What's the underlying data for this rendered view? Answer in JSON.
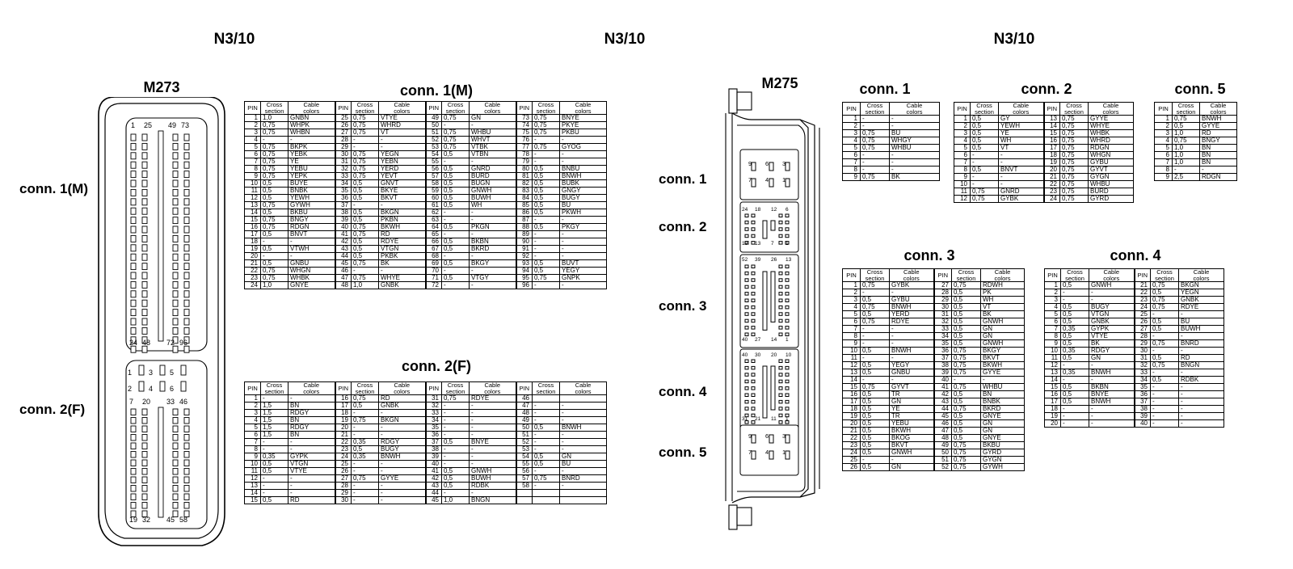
{
  "headers": [
    "N3/10",
    "N3/10",
    "N3/10"
  ],
  "m273": {
    "title": "M273",
    "conn1_label": "conn. 1(M)",
    "conn2_label": "conn. 2(F)",
    "conn1_top_pins": [
      "1",
      "25",
      "49",
      "73"
    ],
    "conn1_bottom_pins": [
      "24",
      "48",
      "72",
      "96"
    ],
    "conn2_small_pins": [
      "1",
      "2",
      "3",
      "4",
      "5",
      "6"
    ],
    "conn2_top_pins": [
      "7",
      "20",
      "33",
      "46"
    ],
    "conn2_bottom_pins": [
      "19",
      "32",
      "45",
      "58"
    ]
  },
  "m275": {
    "title": "M275",
    "labels": [
      "conn. 1",
      "conn. 2",
      "conn. 3",
      "conn. 4",
      "conn. 5"
    ],
    "c1_pins": [
      "9",
      "6",
      "3",
      "7",
      "4",
      "1"
    ],
    "c2_pins": [
      "24",
      "18",
      "12",
      "6",
      "19",
      "13",
      "7",
      "1"
    ],
    "c3_pins": [
      "52",
      "39",
      "26",
      "13",
      "40",
      "27",
      "14",
      "1"
    ],
    "c4_pins": [
      "40",
      "30",
      "20",
      "10",
      "31",
      "21",
      "11",
      "1"
    ],
    "c5_pins": [
      "9",
      "6",
      "3",
      "7",
      "4",
      "1"
    ]
  },
  "col_headers": {
    "pin": "PIN",
    "cross": "Cross section",
    "colors": "Cable colors"
  },
  "tables": {
    "m273_conn1": {
      "title": "conn. 1(M)",
      "rows": [
        [
          "1",
          "1,0",
          "GNBN",
          "25",
          "0,75",
          "VTYE",
          "49",
          "0,75",
          "GN",
          "73",
          "0,75",
          "BNYE"
        ],
        [
          "2",
          "0,75",
          "WHPK",
          "26",
          "0,75",
          "WHRD",
          "50",
          "-",
          "-",
          "74",
          "0,75",
          "PKYE"
        ],
        [
          "3",
          "0,75",
          "WHBN",
          "27",
          "0,75",
          "VT",
          "51",
          "0,75",
          "WHBU",
          "75",
          "0,75",
          "PKBU"
        ],
        [
          "4",
          "-",
          "-",
          "28",
          "-",
          "-",
          "52",
          "0,75",
          "WHVT",
          "76",
          "-",
          "-"
        ],
        [
          "5",
          "0,75",
          "BKPK",
          "29",
          "-",
          "-",
          "53",
          "0,75",
          "VTBK",
          "77",
          "0,75",
          "GYOG"
        ],
        [
          "6",
          "0,75",
          "YEBK",
          "30",
          "0,75",
          "YEGN",
          "54",
          "0,5",
          "VTBN",
          "78",
          "-",
          "-"
        ],
        [
          "7",
          "0,75",
          "YE",
          "31",
          "0,75",
          "YEBN",
          "55",
          "-",
          "-",
          "79",
          "-",
          "-"
        ],
        [
          "8",
          "0,75",
          "YEBU",
          "32",
          "0,75",
          "YERD",
          "56",
          "0,5",
          "GNRD",
          "80",
          "0,5",
          "BNBU"
        ],
        [
          "9",
          "0,75",
          "YEPK",
          "33",
          "0,75",
          "YEVT",
          "57",
          "0,5",
          "BURD",
          "81",
          "0,5",
          "BNWH"
        ],
        [
          "10",
          "0,5",
          "BUYE",
          "34",
          "0,5",
          "GNVT",
          "58",
          "0,5",
          "BUGN",
          "82",
          "0,5",
          "BUBK"
        ],
        [
          "11",
          "0,5",
          "BNBK",
          "35",
          "0,5",
          "BKYE",
          "59",
          "0,5",
          "GNWH",
          "83",
          "0,5",
          "GNGY"
        ],
        [
          "12",
          "0,5",
          "YEWH",
          "36",
          "0,5",
          "BKVT",
          "60",
          "0,5",
          "BUWH",
          "84",
          "0,5",
          "BUGY"
        ],
        [
          "13",
          "0,75",
          "GYWH",
          "37",
          "-",
          "-",
          "61",
          "0,5",
          "WH",
          "85",
          "0,5",
          "BU"
        ],
        [
          "14",
          "0,5",
          "BKBU",
          "38",
          "0,5",
          "BKGN",
          "62",
          "-",
          "-",
          "86",
          "0,5",
          "PKWH"
        ],
        [
          "15",
          "0,75",
          "BNGY",
          "39",
          "0,5",
          "PKBN",
          "63",
          "-",
          "-",
          "87",
          "-",
          "-"
        ],
        [
          "16",
          "0,75",
          "RDGN",
          "40",
          "0,75",
          "BKWH",
          "64",
          "0,5",
          "PKGN",
          "88",
          "0,5",
          "PKGY"
        ],
        [
          "17",
          "0,5",
          "BNVT",
          "41",
          "0,75",
          "RD",
          "65",
          "-",
          "-",
          "89",
          "-",
          "-"
        ],
        [
          "18",
          "-",
          "-",
          "42",
          "0,5",
          "RDYE",
          "66",
          "0,5",
          "BKBN",
          "90",
          "-",
          "-"
        ],
        [
          "19",
          "0,5",
          "VTWH",
          "43",
          "0,5",
          "VTGN",
          "67",
          "0,5",
          "BKRD",
          "91",
          "-",
          "-"
        ],
        [
          "20",
          "-",
          "-",
          "44",
          "0,5",
          "PKBK",
          "68",
          "-",
          "-",
          "92",
          "-",
          "-"
        ],
        [
          "21",
          "0,5",
          "GNBU",
          "45",
          "0,75",
          "BK",
          "69",
          "0,5",
          "BKGY",
          "93",
          "0,5",
          "BUVT"
        ],
        [
          "22",
          "0,75",
          "WHGN",
          "46",
          "-",
          "-",
          "70",
          "-",
          "-",
          "94",
          "0,5",
          "YEGY"
        ],
        [
          "23",
          "0,75",
          "WHBK",
          "47",
          "0,75",
          "WHYE",
          "71",
          "0,5",
          "VTGY",
          "95",
          "0,75",
          "GNPK"
        ],
        [
          "24",
          "1,0",
          "GNYE",
          "48",
          "1,0",
          "GNBK",
          "72",
          "-",
          "-",
          "96",
          "-",
          "-"
        ]
      ]
    },
    "m273_conn2": {
      "title": "conn. 2(F)",
      "rows": [
        [
          "1",
          "-",
          "-",
          "16",
          "0,75",
          "RD",
          "31",
          "0,75",
          "RDYE",
          "46",
          "",
          ""
        ],
        [
          "2",
          "1,5",
          "BN",
          "17",
          "0,5",
          "GNBK",
          "32",
          "-",
          "-",
          "47",
          "-",
          "-"
        ],
        [
          "3",
          "1,5",
          "RDGY",
          "18",
          "-",
          "-",
          "33",
          "-",
          "-",
          "48",
          "-",
          "-"
        ],
        [
          "4",
          "1,5",
          "BN",
          "19",
          "0,75",
          "BKGN",
          "34",
          "-",
          "-",
          "49",
          "-",
          "-"
        ],
        [
          "5",
          "1,5",
          "RDGY",
          "20",
          "-",
          "-",
          "35",
          "-",
          "-",
          "50",
          "0,5",
          "BNWH"
        ],
        [
          "6",
          "1,5",
          "BN",
          "21",
          "-",
          "-",
          "36",
          "-",
          "-",
          "51",
          "-",
          "-"
        ],
        [
          "7",
          "-",
          "-",
          "22",
          "0,35",
          "RDGY",
          "37",
          "0,5",
          "BNYE",
          "52",
          "-",
          "-"
        ],
        [
          "8",
          "-",
          "-",
          "23",
          "0,5",
          "BUGY",
          "38",
          "-",
          "-",
          "53",
          "-",
          "-"
        ],
        [
          "9",
          "0,35",
          "GYPK",
          "24",
          "0,35",
          "BNWH",
          "39",
          "-",
          "-",
          "54",
          "0,5",
          "GN"
        ],
        [
          "10",
          "0,5",
          "VTGN",
          "25",
          "-",
          "-",
          "40",
          "-",
          "-",
          "55",
          "0,5",
          "BU"
        ],
        [
          "11",
          "0,5",
          "VTYE",
          "26",
          "-",
          "-",
          "41",
          "0,5",
          "GNWH",
          "56",
          "-",
          "-"
        ],
        [
          "12",
          "-",
          "-",
          "27",
          "0,75",
          "GYYE",
          "42",
          "0,5",
          "BUWH",
          "57",
          "0,75",
          "BNRD"
        ],
        [
          "13",
          "-",
          "-",
          "28",
          "-",
          "-",
          "43",
          "0,5",
          "RDBK",
          "58",
          "-",
          "-"
        ],
        [
          "14",
          "-",
          "-",
          "29",
          "-",
          "-",
          "44",
          "-",
          "-",
          "",
          "",
          ""
        ],
        [
          "15",
          "0,5",
          "RD",
          "30",
          "-",
          "-",
          "45",
          "1,0",
          "BNGN",
          "",
          "",
          ""
        ]
      ]
    },
    "m275_conn1": {
      "title": "conn. 1",
      "rows": [
        [
          "1",
          "-",
          "-"
        ],
        [
          "2",
          "-",
          "-"
        ],
        [
          "3",
          "0,75",
          "BU"
        ],
        [
          "4",
          "0,75",
          "WHGY"
        ],
        [
          "5",
          "0,75",
          "WHBU"
        ],
        [
          "6",
          "-",
          "-"
        ],
        [
          "7",
          "-",
          "-"
        ],
        [
          "8",
          "-",
          "-"
        ],
        [
          "9",
          "0,75",
          "BK"
        ]
      ]
    },
    "m275_conn2": {
      "title": "conn. 2",
      "rows": [
        [
          "1",
          "0,5",
          "GY",
          "13",
          "0,75",
          "GYYE"
        ],
        [
          "2",
          "0,5",
          "YEWH",
          "14",
          "0,75",
          "WHYE"
        ],
        [
          "3",
          "0,5",
          "YE",
          "15",
          "0,75",
          "WHBK"
        ],
        [
          "4",
          "0,5",
          "WH",
          "16",
          "0,75",
          "WHRD"
        ],
        [
          "5",
          "0,5",
          "VT",
          "17",
          "0,75",
          "RDGN"
        ],
        [
          "6",
          "-",
          "-",
          "18",
          "0,75",
          "WHGN"
        ],
        [
          "7",
          "-",
          "-",
          "19",
          "0,75",
          "GYBU"
        ],
        [
          "8",
          "0,5",
          "BNVT",
          "20",
          "0,75",
          "GYVT"
        ],
        [
          "9",
          "-",
          "-",
          "21",
          "0,75",
          "GYGN"
        ],
        [
          "10",
          "-",
          "-",
          "22",
          "0,75",
          "WHBU"
        ],
        [
          "11",
          "0,75",
          "GNRD",
          "23",
          "0,75",
          "BURD"
        ],
        [
          "12",
          "0,75",
          "GYBK",
          "24",
          "0,75",
          "GYRD"
        ]
      ]
    },
    "m275_conn5": {
      "title": "conn. 5",
      "rows": [
        [
          "1",
          "0,75",
          "BNWH"
        ],
        [
          "2",
          "0,5",
          "GYYE"
        ],
        [
          "3",
          "1,0",
          "RD"
        ],
        [
          "4",
          "0,75",
          "BNGY"
        ],
        [
          "5",
          "1,0",
          "BN"
        ],
        [
          "6",
          "1,0",
          "BN"
        ],
        [
          "7",
          "1,0",
          "BN"
        ],
        [
          "8",
          "-",
          "-"
        ],
        [
          "9",
          "2,5",
          "RDGN"
        ]
      ]
    },
    "m275_conn3": {
      "title": "conn. 3",
      "rows": [
        [
          "1",
          "0,75",
          "GYBK",
          "27",
          "0,75",
          "RDWH"
        ],
        [
          "2",
          "-",
          "-",
          "28",
          "0,5",
          "PK"
        ],
        [
          "3",
          "0,5",
          "GYBU",
          "29",
          "0,5",
          "WH"
        ],
        [
          "4",
          "0,75",
          "BNWH",
          "30",
          "0,5",
          "VT"
        ],
        [
          "5",
          "0,5",
          "YERD",
          "31",
          "0,5",
          "BK"
        ],
        [
          "6",
          "0,75",
          "RDYE",
          "32",
          "0,5",
          "GNWH"
        ],
        [
          "7",
          "-",
          "-",
          "33",
          "0,5",
          "GN"
        ],
        [
          "8",
          "-",
          "-",
          "34",
          "0,5",
          "GN"
        ],
        [
          "9",
          "-",
          "-",
          "35",
          "0,5",
          "GNWH"
        ],
        [
          "10",
          "0,5",
          "BNWH",
          "36",
          "0,75",
          "BKGY"
        ],
        [
          "11",
          "-",
          "-",
          "37",
          "0,75",
          "BKVT"
        ],
        [
          "12",
          "0,5",
          "YEGY",
          "38",
          "0,75",
          "BKWH"
        ],
        [
          "13",
          "0,5",
          "GNBU",
          "39",
          "0,75",
          "GYYE"
        ],
        [
          "14",
          "-",
          "-",
          "40",
          "-",
          "-"
        ],
        [
          "15",
          "0,75",
          "GYVT",
          "41",
          "0,75",
          "WHBU"
        ],
        [
          "16",
          "0,5",
          "TR",
          "42",
          "0,5",
          "BN"
        ],
        [
          "17",
          "0,5",
          "GN",
          "43",
          "0,5",
          "BNBK"
        ],
        [
          "18",
          "0,5",
          "YE",
          "44",
          "0,75",
          "BKRD"
        ],
        [
          "19",
          "0,5",
          "TR",
          "45",
          "0,5",
          "GNYE"
        ],
        [
          "20",
          "0,5",
          "YEBU",
          "46",
          "0,5",
          "GN"
        ],
        [
          "21",
          "0,5",
          "BKWH",
          "47",
          "0,5",
          "GN"
        ],
        [
          "22",
          "0,5",
          "BKOG",
          "48",
          "0,5",
          "GNYE"
        ],
        [
          "23",
          "0,5",
          "BKVT",
          "49",
          "0,75",
          "BKBU"
        ],
        [
          "24",
          "0,5",
          "GNWH",
          "50",
          "0,75",
          "GYRD"
        ],
        [
          "25",
          "-",
          "-",
          "51",
          "0,75",
          "GYGN"
        ],
        [
          "26",
          "0,5",
          "GN",
          "52",
          "0,75",
          "GYWH"
        ]
      ]
    },
    "m275_conn4": {
      "title": "conn. 4",
      "rows": [
        [
          "1",
          "0,5",
          "GNWH",
          "21",
          "0,75",
          "BKGN"
        ],
        [
          "2",
          "-",
          "-",
          "22",
          "0,5",
          "YEGN"
        ],
        [
          "3",
          "-",
          "-",
          "23",
          "0,75",
          "GNBK"
        ],
        [
          "4",
          "0,5",
          "BUGY",
          "24",
          "0,75",
          "RDYE"
        ],
        [
          "5",
          "0,5",
          "VTGN",
          "25",
          "-",
          "-"
        ],
        [
          "6",
          "0,5",
          "GNBK",
          "26",
          "0,5",
          "BU"
        ],
        [
          "7",
          "0,35",
          "GYPK",
          "27",
          "0,5",
          "BUWH"
        ],
        [
          "8",
          "0,5",
          "VTYE",
          "28",
          "-",
          "-"
        ],
        [
          "9",
          "0,5",
          "BK",
          "29",
          "0,75",
          "BNRD"
        ],
        [
          "10",
          "0,35",
          "RDGY",
          "30",
          "-",
          "-"
        ],
        [
          "11",
          "0,5",
          "GN",
          "31",
          "0,5",
          "RD"
        ],
        [
          "12",
          "-",
          "-",
          "32",
          "0,75",
          "BNGN"
        ],
        [
          "13",
          "0,35",
          "BNWH",
          "33",
          "-",
          "-"
        ],
        [
          "14",
          "-",
          "-",
          "34",
          "0,5",
          "RDBK"
        ],
        [
          "15",
          "0,5",
          "BKBN",
          "35",
          "-",
          "-"
        ],
        [
          "16",
          "0,5",
          "BNYE",
          "36",
          "-",
          "-"
        ],
        [
          "17",
          "0,5",
          "BNWH",
          "37",
          "-",
          "-"
        ],
        [
          "18",
          "-",
          "-",
          "38",
          "-",
          "-"
        ],
        [
          "19",
          "-",
          "-",
          "39",
          "-",
          "-"
        ],
        [
          "20",
          "-",
          "-",
          "40",
          "-",
          "-"
        ]
      ]
    }
  }
}
